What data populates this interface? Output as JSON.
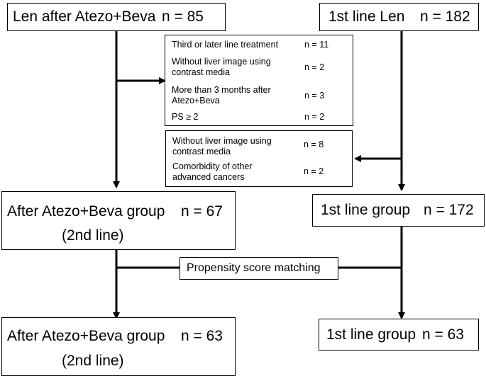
{
  "boxes": {
    "len_after": {
      "label": "Len after Atezo+Beva",
      "n": "n = 85"
    },
    "first_line_len": {
      "label": "1st line Len",
      "n": "n = 182"
    },
    "exclusion_left": {
      "items": [
        {
          "label": "Third or later line treatment",
          "n": "n = 11"
        },
        {
          "label_line1": "Without liver image using",
          "label_line2": "contrast media",
          "n": "n = 2"
        },
        {
          "label_line1": "More than 3 months after",
          "label_line2": "Atezo+Beva",
          "n": "n = 3"
        },
        {
          "label": "PS ≥ 2",
          "n": "n = 2"
        }
      ]
    },
    "exclusion_right": {
      "items": [
        {
          "label_line1": "Without liver image using",
          "label_line2": "contrast media",
          "n": "n = 8"
        },
        {
          "label_line1": "Comorbidity of other",
          "label_line2": "advanced cancers",
          "n": "n = 2"
        }
      ]
    },
    "after_group_1": {
      "label": "After Atezo+Beva group",
      "n": "n = 67",
      "sub": "(2nd line)"
    },
    "first_group_1": {
      "label": "1st line group",
      "n": "n = 172"
    },
    "psm": {
      "label": "Propensity score matching"
    },
    "after_group_2": {
      "label": "After Atezo+Beva group",
      "n": "n = 63",
      "sub": "(2nd line)"
    },
    "first_group_2": {
      "label": "1st line group",
      "n": "n = 63"
    }
  }
}
